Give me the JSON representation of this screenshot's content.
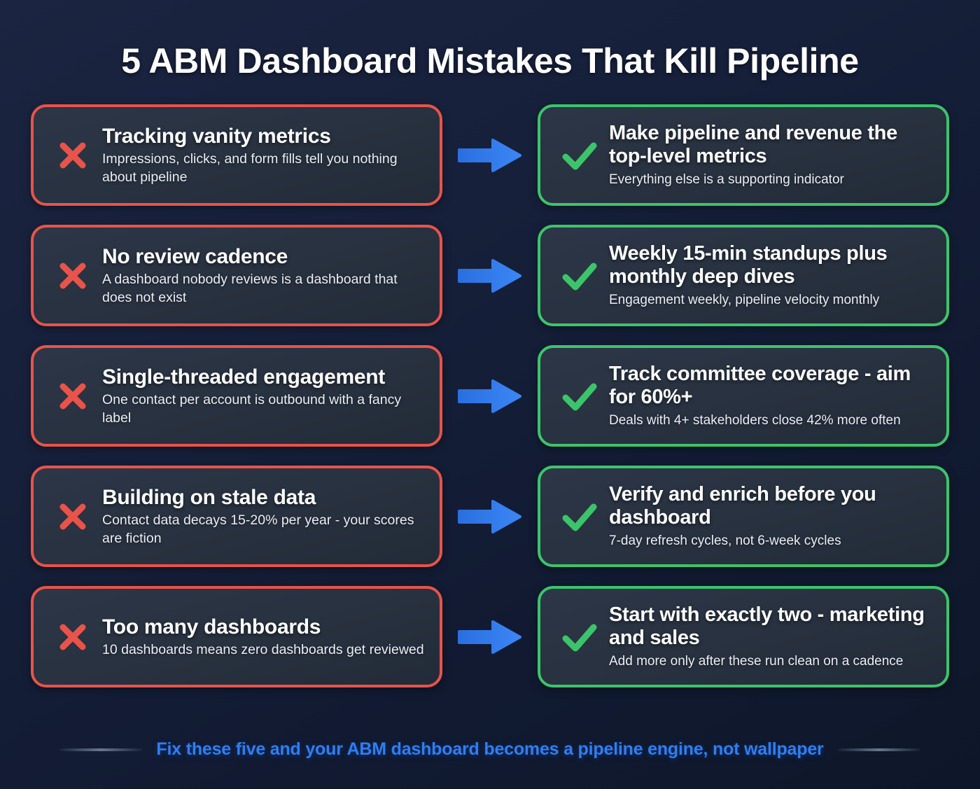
{
  "title": "5 ABM Dashboard Mistakes That Kill Pipeline",
  "colors": {
    "background_top": "#1b2440",
    "background_bottom": "#0e1729",
    "card_fill": "#2c3647",
    "problem_border": "#e8534a",
    "solution_border": "#3cc46a",
    "x_icon": "#e8534a",
    "check_icon": "#3cc46a",
    "arrow": "#2f7eeb",
    "footer_text": "#2f7ef0",
    "title_text": "#ffffff"
  },
  "icons": {
    "problem": "x-mark-icon",
    "solution": "check-mark-icon",
    "connector": "right-arrow-icon"
  },
  "rows": [
    {
      "problem": {
        "title": "Tracking vanity metrics",
        "desc": "Impressions, clicks, and form fills tell you nothing about pipeline"
      },
      "solution": {
        "title": "Make pipeline and revenue the top-level metrics",
        "desc": "Everything else is a supporting indicator"
      }
    },
    {
      "problem": {
        "title": "No review cadence",
        "desc": "A dashboard nobody reviews is a dashboard that does not exist"
      },
      "solution": {
        "title": "Weekly 15-min standups plus monthly deep dives",
        "desc": "Engagement weekly, pipeline velocity monthly"
      }
    },
    {
      "problem": {
        "title": "Single-threaded engagement",
        "desc": "One contact per account is outbound with a fancy label"
      },
      "solution": {
        "title": "Track committee coverage - aim for 60%+",
        "desc": "Deals with 4+ stakeholders close 42% more often"
      }
    },
    {
      "problem": {
        "title": "Building on stale data",
        "desc": "Contact data decays 15-20% per year - your scores are fiction"
      },
      "solution": {
        "title": "Verify and enrich before you dashboard",
        "desc": "7-day refresh cycles, not 6-week cycles"
      }
    },
    {
      "problem": {
        "title": "Too many dashboards",
        "desc": "10 dashboards means zero dashboards get reviewed"
      },
      "solution": {
        "title": "Start with exactly two - marketing and sales",
        "desc": "Add more only after these run clean on a cadence"
      }
    }
  ],
  "footer": {
    "text": "Fix these five and your ABM dashboard becomes a pipeline engine, not wallpaper"
  }
}
